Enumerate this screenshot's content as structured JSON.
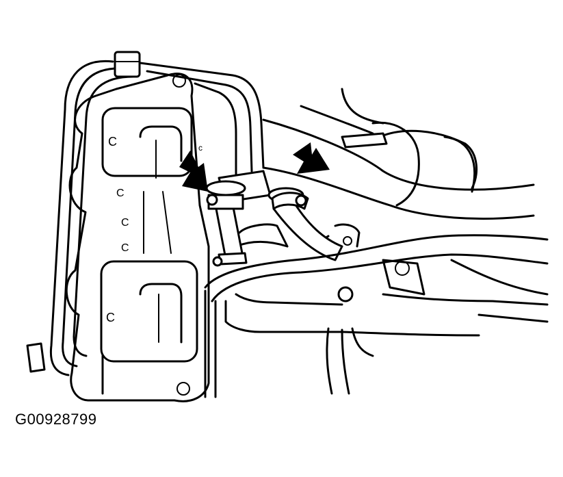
{
  "figure": {
    "code": "G00928799",
    "stroke_color": "#000000",
    "background_color": "#ffffff"
  },
  "callouts": [
    {
      "name": "arrow-left-hose-clamp"
    },
    {
      "name": "arrow-right-hose-clamp"
    }
  ]
}
